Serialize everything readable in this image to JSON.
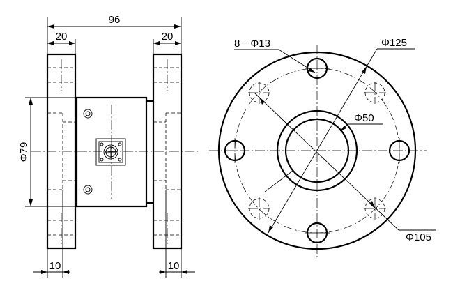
{
  "dimensions": {
    "overall_length": "96",
    "left_flange_width": "20",
    "right_flange_width": "20",
    "body_diameter": "Φ79",
    "left_recess": "10",
    "right_recess": "10",
    "hole_callout": "8－Φ13",
    "flange_outer": "Φ125",
    "bore": "Φ50",
    "bolt_circle": "Φ105"
  }
}
